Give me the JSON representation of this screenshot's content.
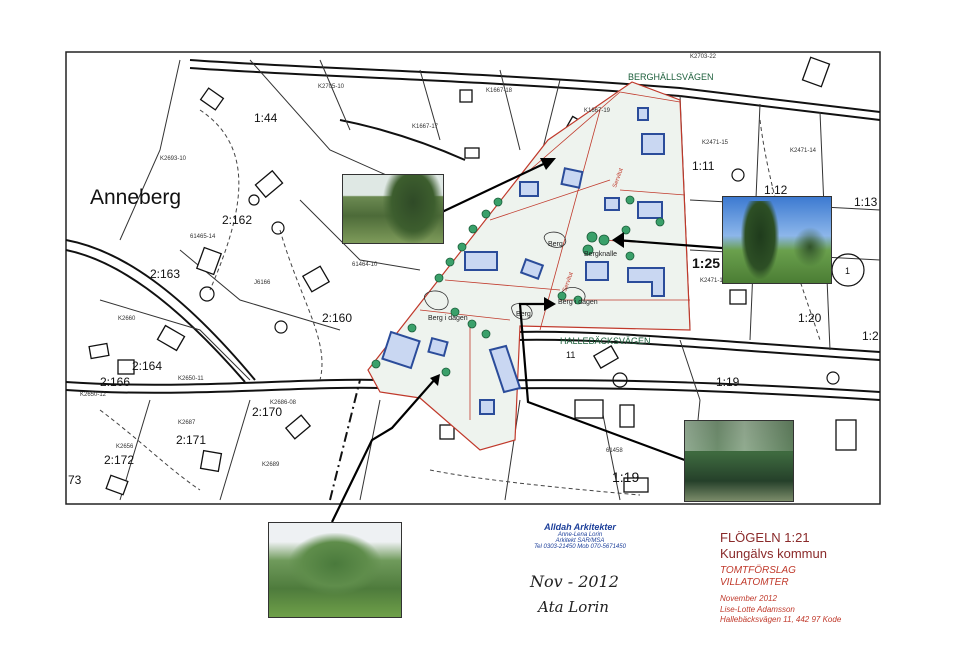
{
  "map": {
    "district": "Anneberg",
    "roads": [
      "BERGHÄLLSVÄGEN",
      "HALLEBÄCKSVÄGEN",
      "Servitut",
      "Servitut"
    ],
    "parcels_large": [
      "2:162",
      "2:163",
      "2:160",
      "2:164",
      "2:166",
      "2:170",
      "2:171",
      "2:172",
      "1:11",
      "1:12",
      "1:13",
      "1:25",
      "1:20",
      "1:2",
      "1:19",
      "1:19",
      "1:44",
      "73",
      "11",
      "1"
    ],
    "parcels_small": [
      "K2703-22",
      "K2705-10",
      "K1667-18",
      "K1667-17",
      "K1667-19",
      "K2693-10",
      "K2471-15",
      "K2471-14",
      "K2471-11",
      "61465-14",
      "61464-10",
      "K2660",
      "K2650-11",
      "K2650-12",
      "K2686-08",
      "K2687",
      "K2656",
      "K2689",
      "J6166",
      "61458"
    ],
    "labels": [
      "Berg",
      "Bergknalle",
      "Berg i dagen",
      "Berg i dagen",
      "Berg"
    ]
  },
  "stamp": {
    "firm": "Alldah Arkitekter",
    "person": "Anne-Lena Lorin",
    "role": "Arkitekt SAR/MSA",
    "phone": "Tel 0303-21450 Mob 070-5671450"
  },
  "signature": {
    "date": "Nov - 2012",
    "name": "Ata Lorin"
  },
  "title_block": {
    "title": "FLÖGELN 1:21",
    "municipality": "Kungälvs kommun",
    "plan_line1": "TOMTFÖRSLAG",
    "plan_line2": "VILLATOMTER",
    "date": "November 2012",
    "owner": "Lise-Lotte Adamsson",
    "address": "Hallebäcksvägen 11, 442 97 Kode"
  },
  "colors": {
    "plan_border": "#c0392b",
    "plan_fill": "#eef3ee",
    "house_blue": "#2b4c9a",
    "tree_green": "#3aa06a",
    "arrow": "#000000",
    "title_red": "#8a2a2a"
  }
}
